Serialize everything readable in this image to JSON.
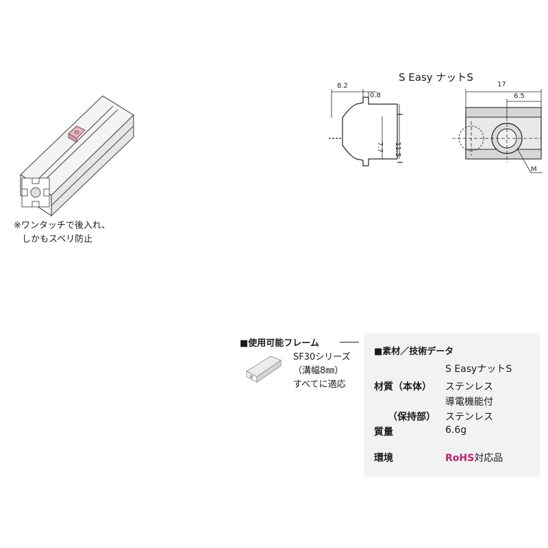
{
  "title": "S Easy ナットS",
  "dimensions": {
    "d1": "8.2",
    "d2": "0.8",
    "d3": "7.7",
    "d4": "11.5",
    "d5": "17",
    "d6": "6.5",
    "d7": "M"
  },
  "note": {
    "line1": "※ワンタッチで後入れ、",
    "line2": "しかもスベリ防止"
  },
  "frames": {
    "heading": "■使用可能フレーム",
    "line1": "SF30シリーズ",
    "line2": "（溝幅8㎜）",
    "line3": "すべてに適応"
  },
  "specs": {
    "heading": "■素材／技術データ",
    "product": "S EasyナットS",
    "rows": [
      {
        "label": "材質（本体）",
        "value": "ステンレス"
      },
      {
        "label": "",
        "value": "導電機能付"
      },
      {
        "label": "（保持部）",
        "value": "ステンレス"
      },
      {
        "label": "質量",
        "value": "6.6g"
      }
    ],
    "env_label": "環境",
    "rohs": "RoHS",
    "rohs_suffix": "対応品"
  }
}
